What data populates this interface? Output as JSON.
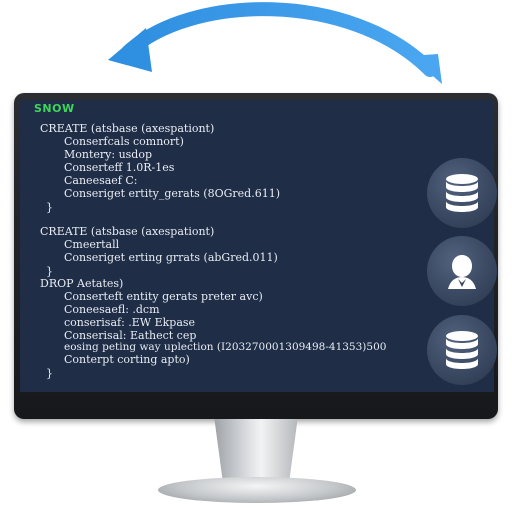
{
  "terminal": {
    "title": "SNOW",
    "lines": [
      "CREATE (atsbase (axespationt)",
      "Conserfcals comnort)",
      "Montery: usdop",
      "Conserteff 1.0R-1es",
      "Caneesaef C:",
      "Conseriget ertity_gerats (8OGred.611)",
      "}",
      "CREATE (atsbase (axespationt)",
      "Cmeertall",
      "Conseriget erting grrats (abGred.011)",
      "}",
      "DROP Aetates)",
      "Conserteft entity gerats preter avc)",
      "Coneesaefl: .dcm",
      "conserisaf: .EW Ekpase",
      "Conserisal: Eathect cep",
      "eosing peting way uplection (I203270001309498-41353)500",
      "Conterpt corting apto)",
      "}"
    ]
  },
  "colors": {
    "title_green": "#3ed65a",
    "screen_bg": "#1f2d47",
    "arrow_blue": "#2f8fe0",
    "icon_bg": "#3a4862"
  },
  "icons": [
    "sync-arrow-icon",
    "database-icon",
    "user-icon",
    "database-icon"
  ]
}
